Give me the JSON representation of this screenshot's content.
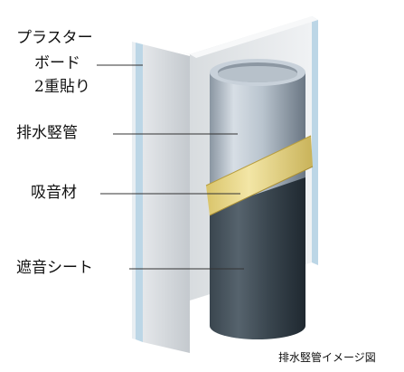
{
  "labels": {
    "plasterboard_line1": "プラスター",
    "plasterboard_line2": "ボード",
    "plasterboard_line3": "2重貼り",
    "drain_pipe": "排水竪管",
    "sound_absorber": "吸音材",
    "sound_insulation_sheet": "遮音シート"
  },
  "caption": "排水竪管イメージ図",
  "colors": {
    "board_face": "#eef0f2",
    "board_edge": "#bcd6e6",
    "pipe_light": "#c9d3dc",
    "pipe_dark": "#6f7b86",
    "absorber": "#e9d98a",
    "sheet_dark": "#2f3a43",
    "leader_line": "#333333"
  }
}
